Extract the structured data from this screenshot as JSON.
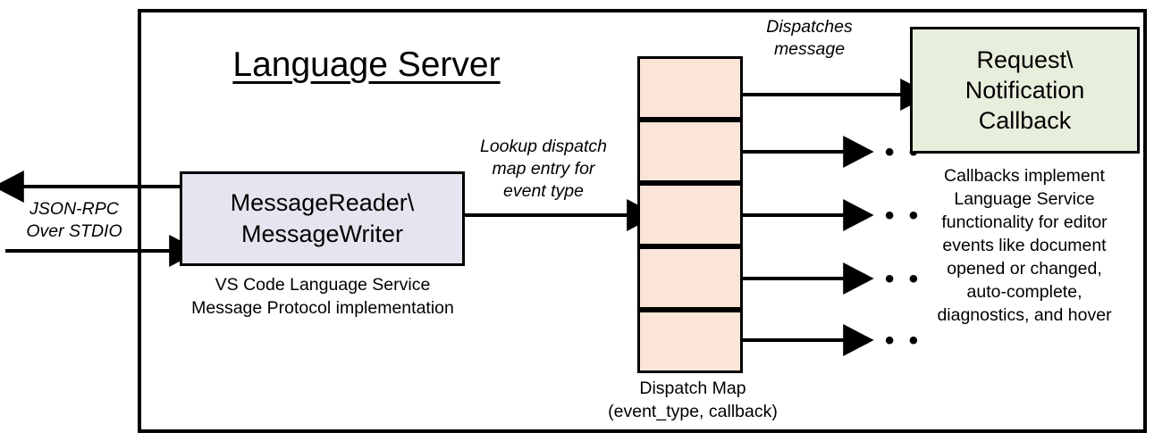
{
  "diagram": {
    "title": "Language Server",
    "frame_name": "language-server-boundary",
    "colors": {
      "reader_fill": "#E8E4EF",
      "dispatch_cell_fill": "#FAE5D8",
      "callback_fill": "#E8EEDC",
      "stroke": "#000000",
      "background": "#FFFFFF"
    }
  },
  "reader": {
    "label_line1": "MessageReader\\",
    "label_line2": "MessageWriter",
    "caption_line1": "VS Code Language Service",
    "caption_line2": "Message Protocol implementation"
  },
  "dispatch_map": {
    "caption_line1": "Dispatch Map",
    "caption_line2": "(event_type, callback)",
    "cell_count": 5,
    "cells": [
      {
        "index": 1,
        "has_dot": true,
        "outgoing": "callback-box"
      },
      {
        "index": 2,
        "has_dot": true,
        "outgoing": "ellipsis"
      },
      {
        "index": 3,
        "has_dot": true,
        "outgoing": "ellipsis"
      },
      {
        "index": 4,
        "has_dot": true,
        "outgoing": "ellipsis"
      },
      {
        "index": 5,
        "has_dot": true,
        "outgoing": "ellipsis"
      }
    ],
    "ellipsis": "• • •"
  },
  "callback": {
    "label_line1": "Request\\",
    "label_line2": "Notification",
    "label_line3": "Callback",
    "caption_line1": "Callbacks implement",
    "caption_line2": "Language Service",
    "caption_line3": "functionality for editor",
    "caption_line4": "events like document",
    "caption_line5": "opened or changed,",
    "caption_line6": "auto-complete,",
    "caption_line7": "diagnostics, and hover"
  },
  "edges": {
    "stdio_line1": "JSON-RPC",
    "stdio_line2": "Over STDIO",
    "lookup_line1": "Lookup dispatch",
    "lookup_line2": "map entry for",
    "lookup_line3": "event type",
    "dispatch_line1": "Dispatches",
    "dispatch_line2": "message"
  }
}
